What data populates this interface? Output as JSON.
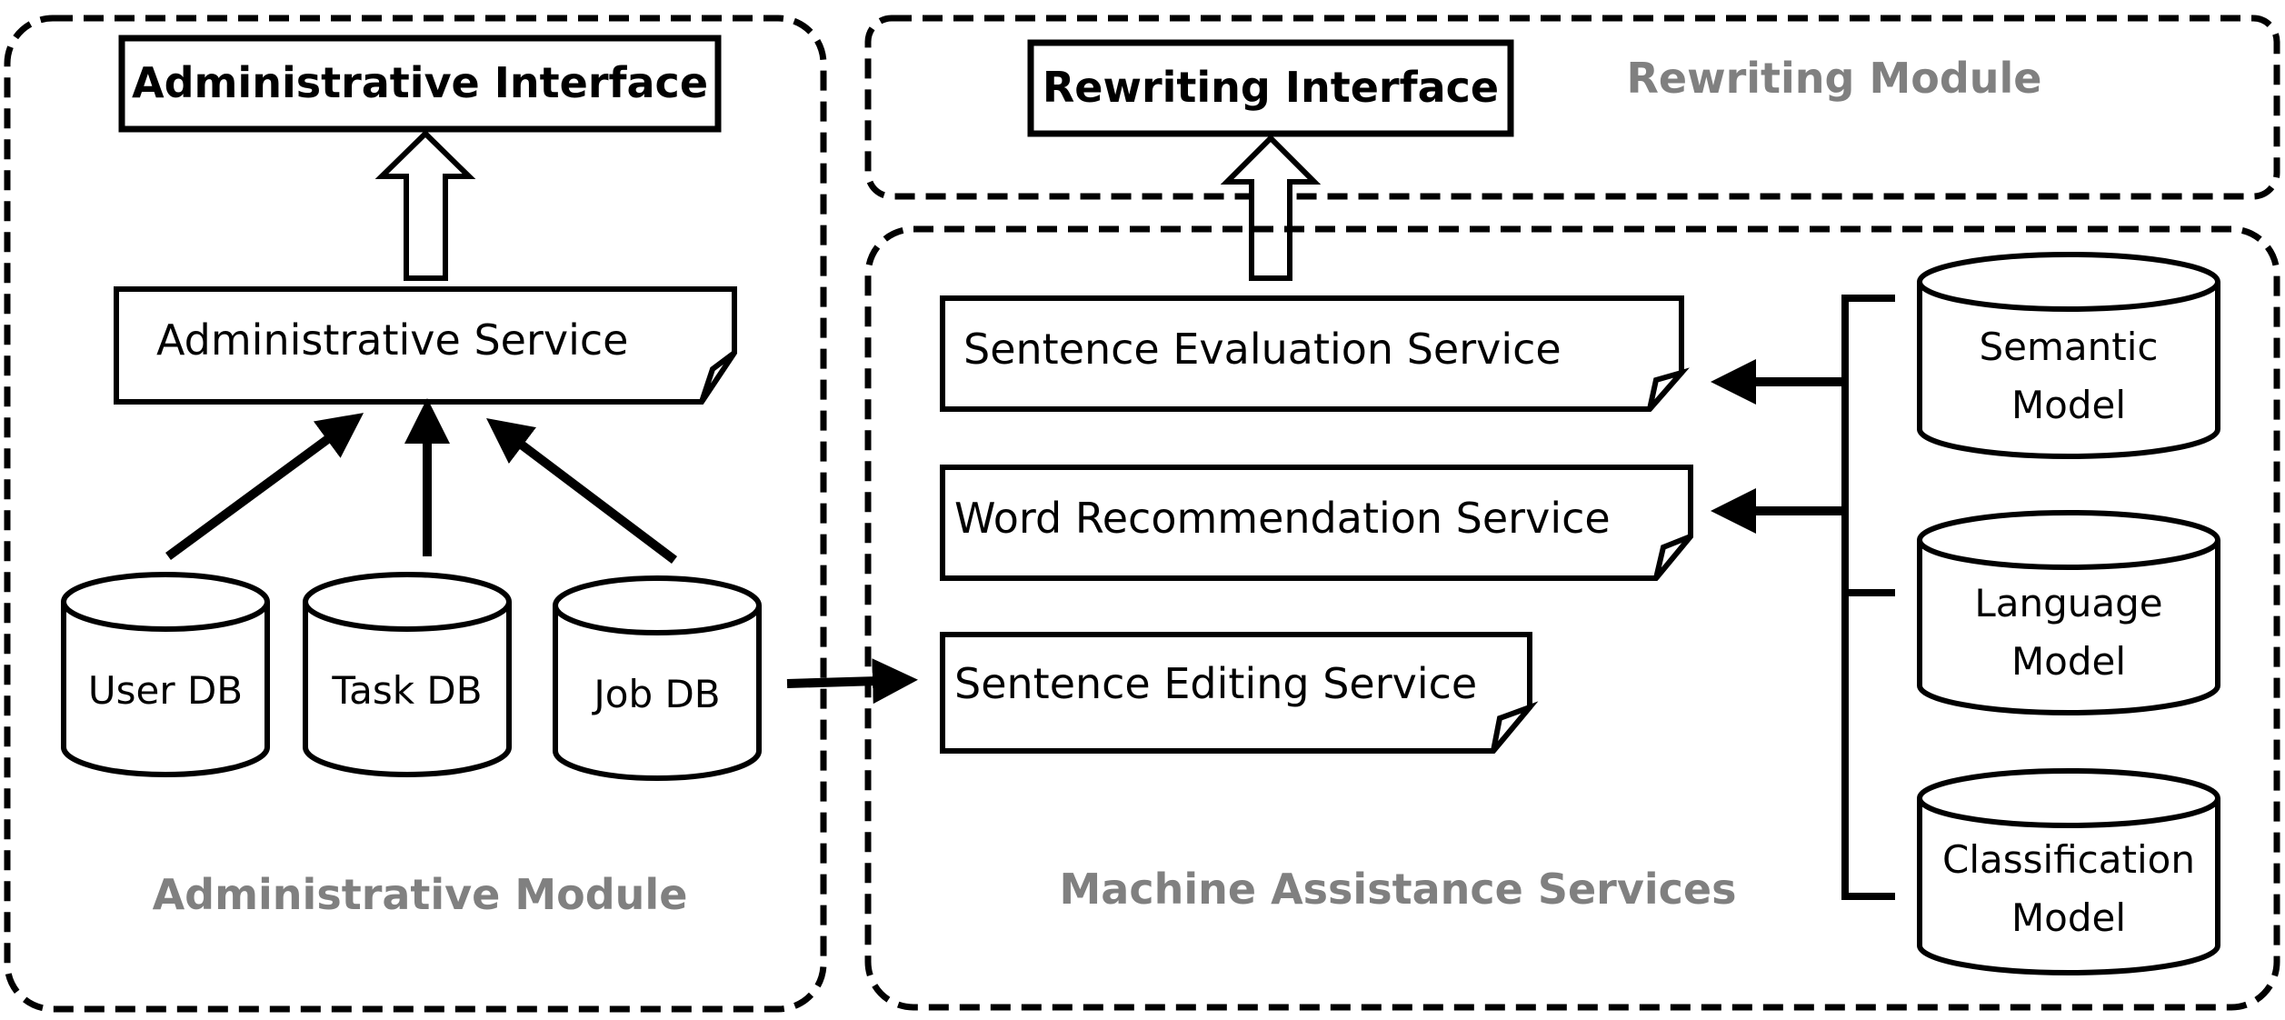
{
  "admin_module": {
    "label": "Administrative Module",
    "interface_title": "Administrative Interface",
    "service": "Administrative Service",
    "databases": [
      "User DB",
      "Task DB",
      "Job DB"
    ]
  },
  "rewriting_module": {
    "label": "Rewriting Module",
    "interface_title": "Rewriting Interface"
  },
  "machine_assistance": {
    "label": "Machine Assistance Services",
    "services": [
      "Sentence Evaluation Service",
      "Word Recommendation Service",
      "Sentence Editing Service"
    ],
    "models": [
      {
        "line1": "Semantic",
        "line2": "Model"
      },
      {
        "line1": "Language",
        "line2": "Model"
      },
      {
        "line1": "Classification",
        "line2": "Model"
      }
    ]
  },
  "colors": {
    "stroke": "#000000",
    "module_label": "#808080"
  }
}
